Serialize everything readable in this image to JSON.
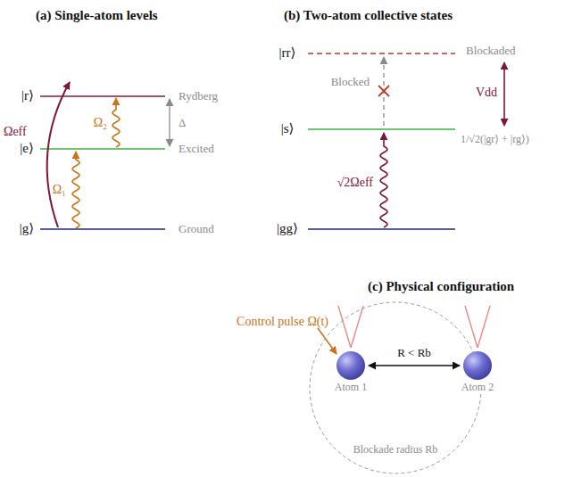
{
  "diagram": {
    "nodes": [
      {
        "text": [
          "Blockade radius Rb"
        ]
      },
      {
        "text": [
          "Atom 1"
        ],
        "in": 0
      },
      {
        "text": [
          "Atom 2"
        ],
        "in": 0
      }
    ],
    "edges": [
      {
        "from": 1,
        "to": 2,
        "arrow": "both",
        "label": "R < Rb"
      }
    ],
    "labels": [
      "(a) Single-atom levels",
      "|r⟩",
      "Rydberg",
      "|e⟩",
      "Excited",
      "|g⟩",
      "Ground",
      "Ωeff",
      "Ω₁",
      "Ω₂",
      "Δ",
      "(b) Two-atom collective states",
      "|rr⟩",
      "Blockaded",
      "Blocked",
      "Vdd",
      "|s⟩",
      "1/√2(|gr⟩ + |rg⟩)",
      "√2Ωeff",
      "|gg⟩",
      "(c) Physical configuration",
      "Control pulse Ω(t)"
    ]
  }
}
